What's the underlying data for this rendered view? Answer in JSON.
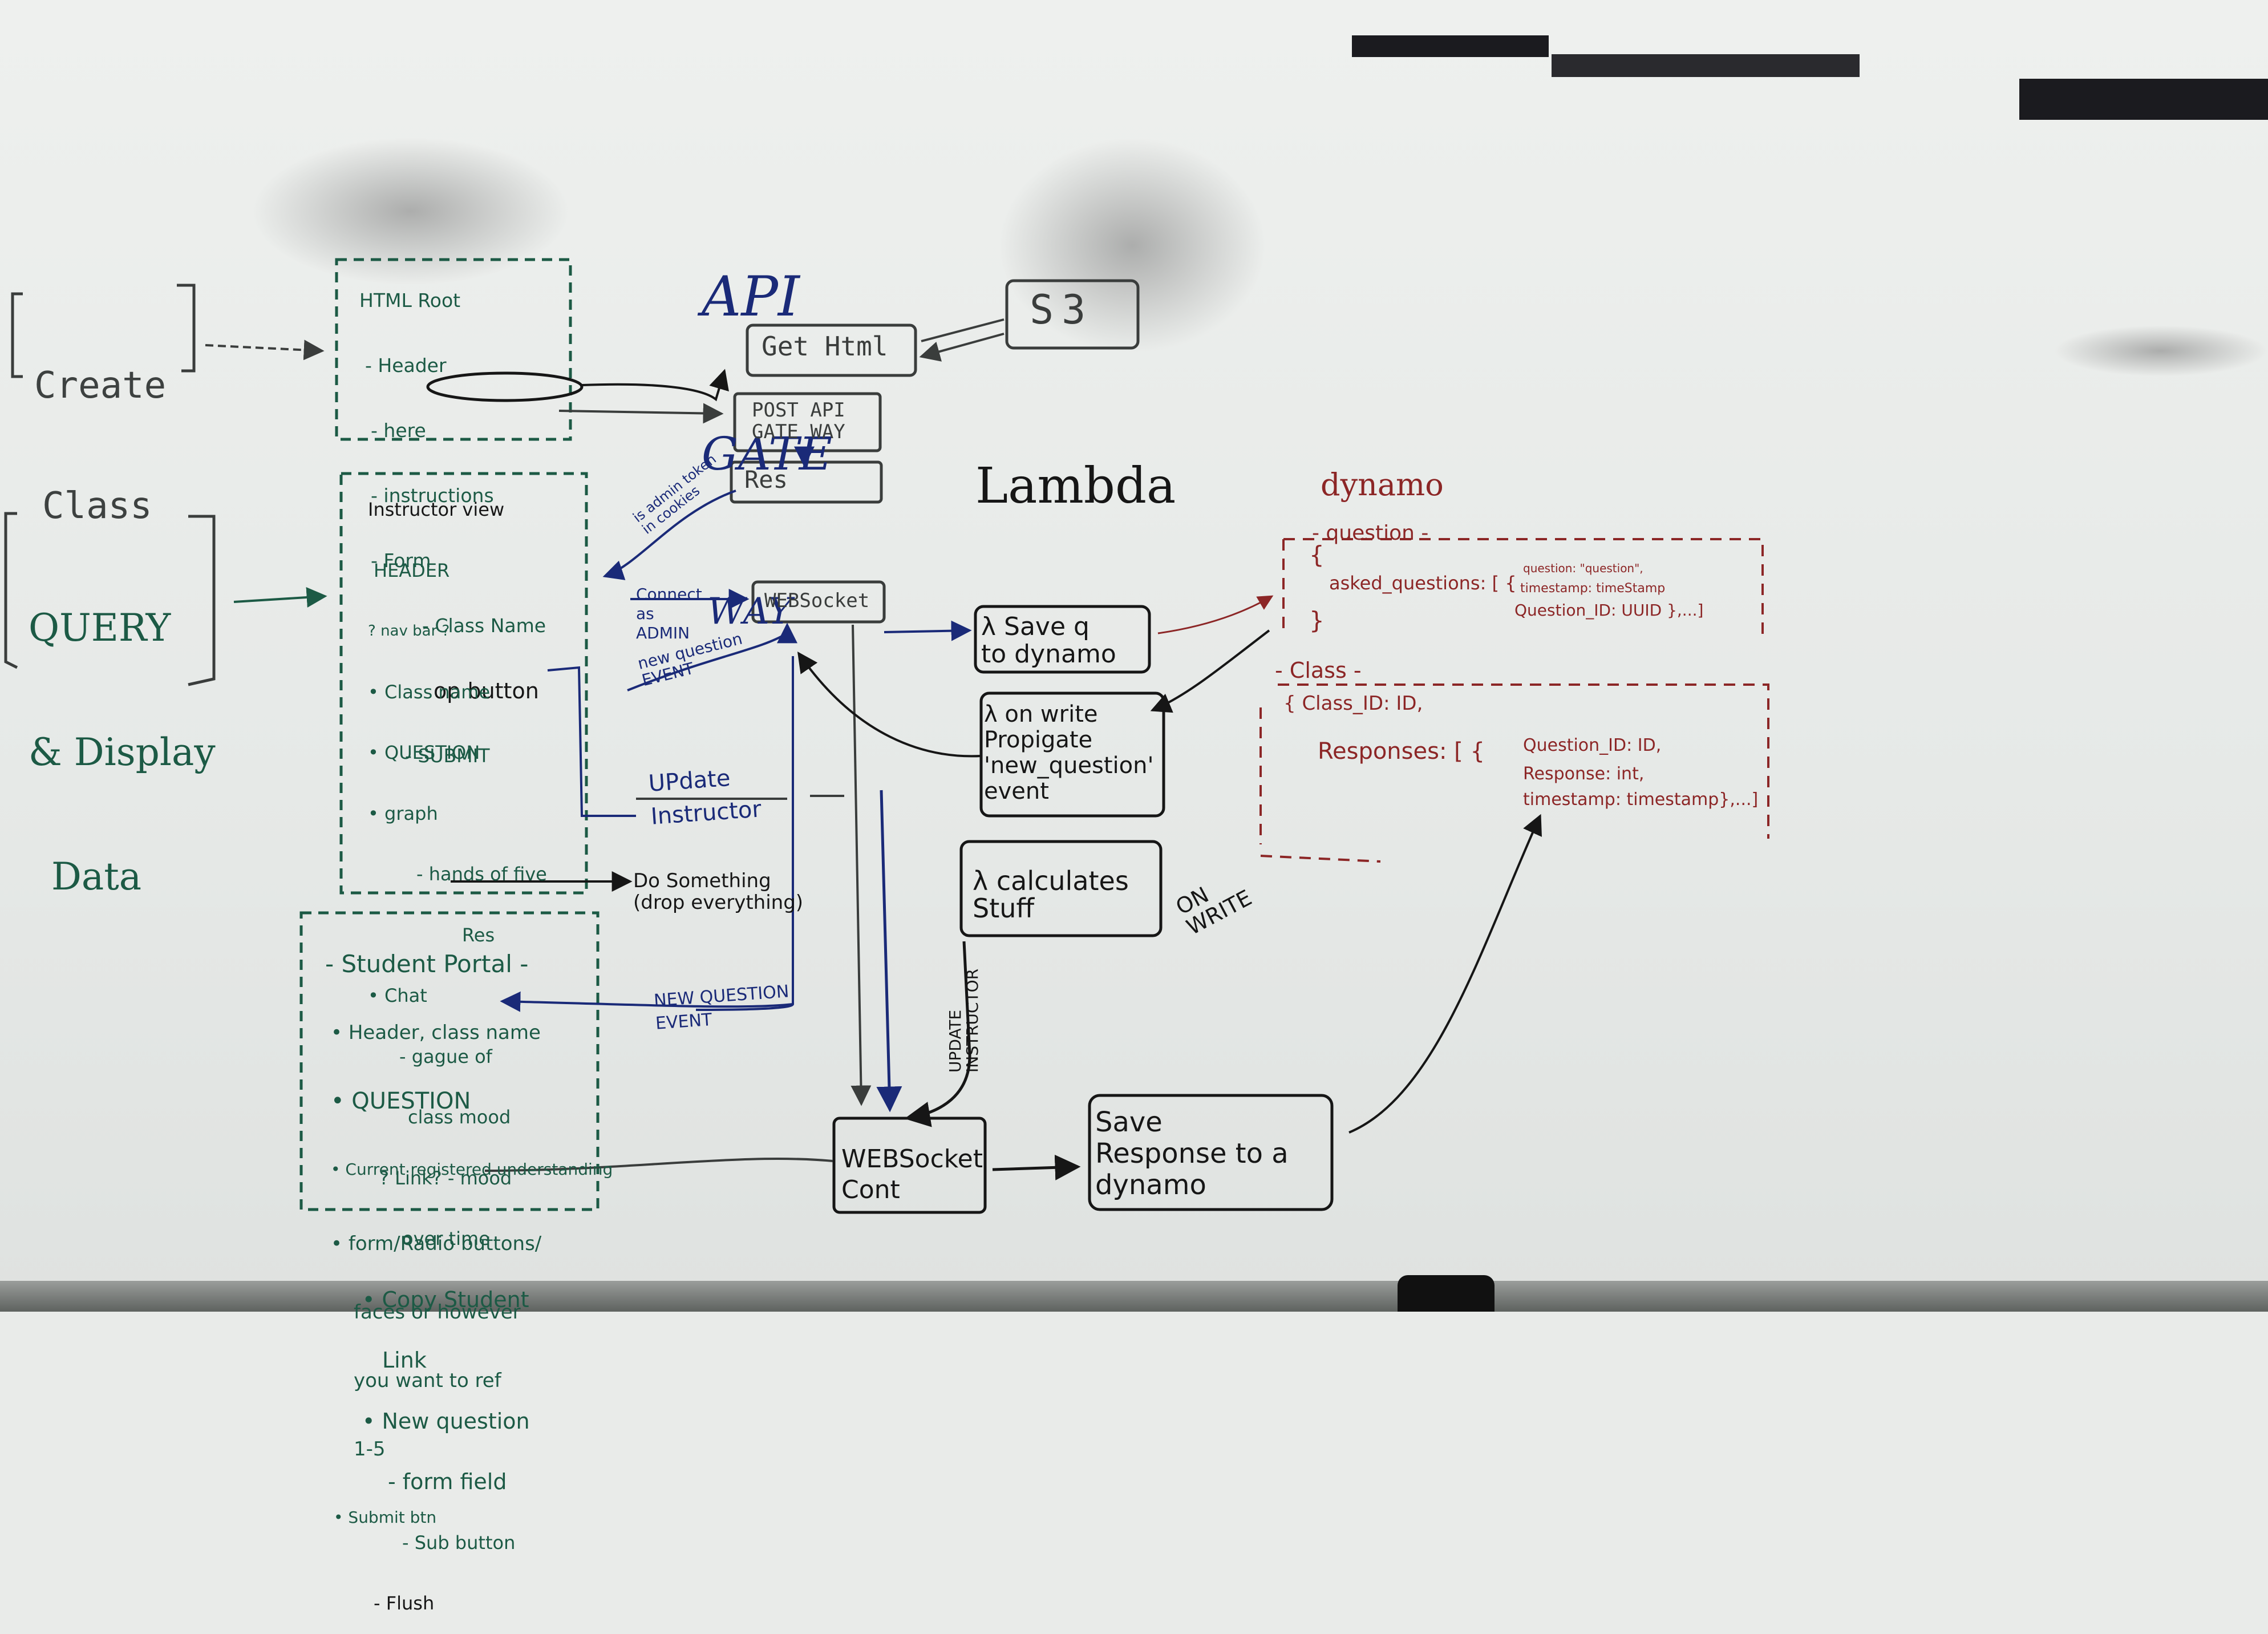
{
  "create_class": {
    "line1": "Create",
    "line2": "Class"
  },
  "query_display": {
    "line1": "QUERY",
    "line2": "& Display",
    "line3": "Data"
  },
  "html_root": {
    "title": "HTML Root",
    "items": [
      "- Header",
      "- here",
      "- instructions",
      "- Form",
      "- Class Name",
      "op button",
      "- SUBMIT"
    ]
  },
  "instructor_view": {
    "title": "Instructor view",
    "items": [
      "HEADER",
      "? nav bar ?",
      "• Class name",
      "• QUESTION",
      "• graph",
      "- hands of five",
      "Res",
      "• Chat",
      "- gague of",
      "class mood",
      "? Link? - mood",
      "over time",
      "• Copy Student",
      "Link",
      "• New question",
      "- form field",
      "- Sub button",
      "- Flush"
    ]
  },
  "student_portal": {
    "title": "- Student Portal -",
    "items": [
      "• Header, class name",
      "• QUESTION",
      "• Current registered understanding",
      "• form/Radio buttons/",
      "faces or however",
      "you want to ref",
      "1-5",
      "• Submit btn"
    ]
  },
  "api_gateway": {
    "line1": "API",
    "line2": "GATE",
    "line3": "WAY"
  },
  "boxes": {
    "get_html": "Get Html",
    "s3": "S3",
    "post_api": "POST API\nGATE WAY",
    "res": "Res",
    "websocket": "WEBSocket",
    "websocket_cont": "WEBSocket\nCont"
  },
  "lambda_label": "Lambda",
  "lambdas": {
    "save_q": "λ Save q\nto dynamo",
    "on_write": "λ on write\nPropigate\n'new_question'\nevent",
    "calculates": "λ calculates\nStuff",
    "save_response": "Save\nResponse to a\ndynamo"
  },
  "edge_labels": {
    "is_admin": "is admin token\nin cookies",
    "connect_admin": "Connect\nas\nADMIN",
    "new_question_event": "new question\nEVENT",
    "update_instructor": "UPdate\nInstructor",
    "do_something": "Do Something\n(drop everything)",
    "new_question_event_2": "NEW QUESTION\nEVENT",
    "update_instructor_vertical": "UPDATE\nINSTRUCTOR",
    "on_write": "ON\nWRITE"
  },
  "dynamo": {
    "title": "dynamo",
    "question_table": "- question -",
    "open_brace": "{",
    "asked_questions": "asked_questions: [ {",
    "question_field": "question: \"question\",",
    "timestamp_field": "timestamp: timeStamp",
    "question_id": "Question_ID: UUID },...]",
    "close_brace": "}",
    "class_table": "- Class -",
    "class_id": "{ Class_ID: ID,",
    "responses": "Responses: [ {",
    "r_question_id": "Question_ID: ID,",
    "r_response": "Response: int,",
    "r_timestamp": "timestamp: timestamp},...]"
  },
  "colors": {
    "green": "#1c5a45",
    "black": "#161616",
    "blue": "#1a2a78",
    "red": "#8c2626"
  }
}
